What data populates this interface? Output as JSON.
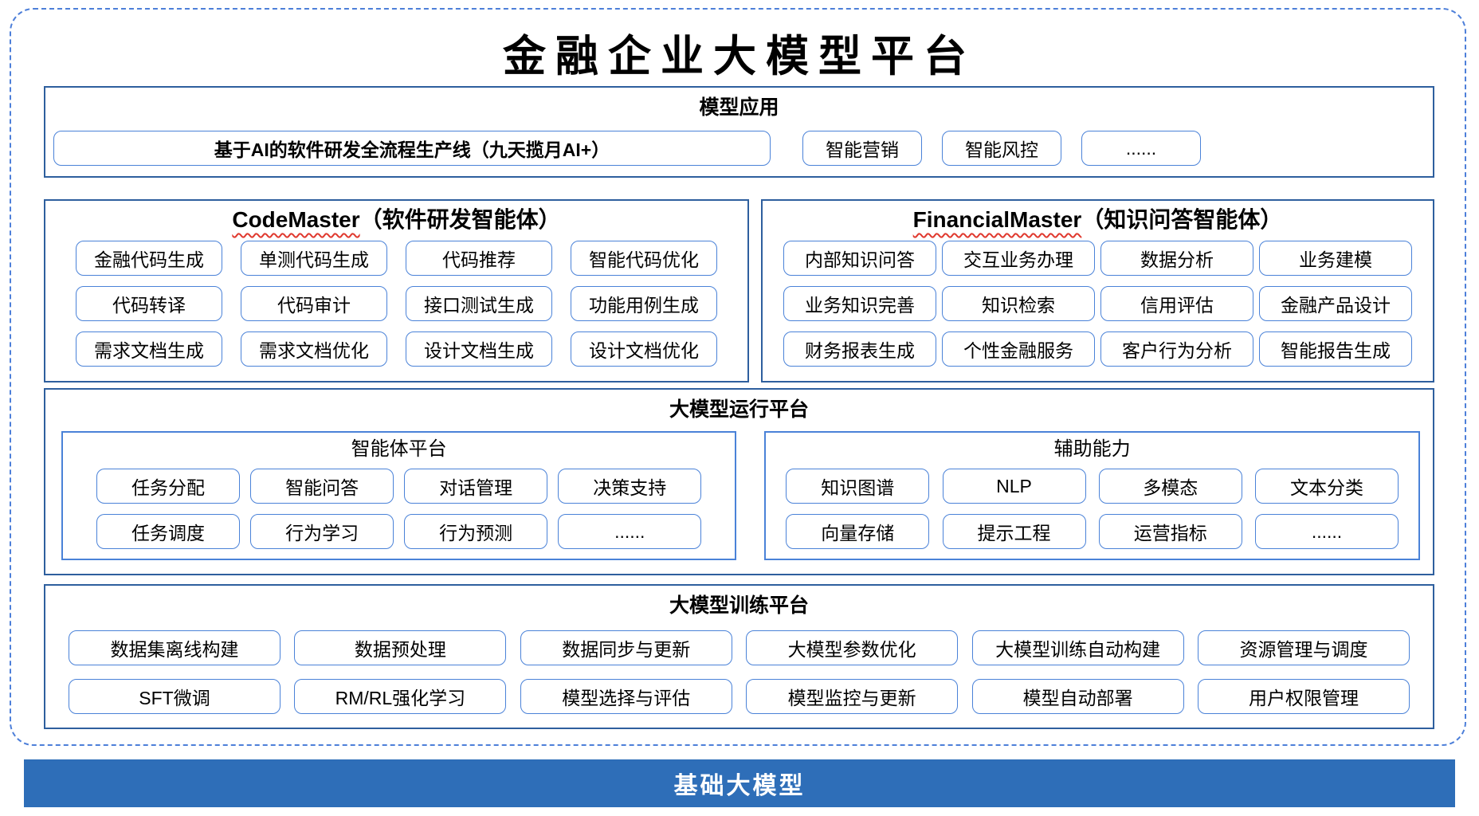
{
  "page_title": "金融企业大模型平台",
  "colors": {
    "section_border": "#2e5f9e",
    "pill_border": "#4a82d8",
    "dashed_border": "#4d7fd9",
    "foundation_bar": "#2e6eb8",
    "wavy_underline": "#e0392e"
  },
  "model_app": {
    "title": "模型应用",
    "main_pill": "基于AI的软件研发全流程生产线（九天揽月AI+）",
    "pills": [
      "智能营销",
      "智能风控",
      "......"
    ]
  },
  "code_master": {
    "title_en": "CodeMaster",
    "title_zh": "（软件研发智能体）",
    "pills": [
      "金融代码生成",
      "单测代码生成",
      "代码推荐",
      "智能代码优化",
      "代码转译",
      "代码审计",
      "接口测试生成",
      "功能用例生成",
      "需求文档生成",
      "需求文档优化",
      "设计文档生成",
      "设计文档优化"
    ]
  },
  "financial_master": {
    "title_en": "FinancialMaster",
    "title_zh": "（知识问答智能体）",
    "pills": [
      "内部知识问答",
      "交互业务办理",
      "数据分析",
      "业务建模",
      "业务知识完善",
      "知识检索",
      "信用评估",
      "金融产品设计",
      "财务报表生成",
      "个性金融服务",
      "客户行为分析",
      "智能报告生成"
    ]
  },
  "runtime": {
    "title": "大模型运行平台",
    "agent_platform": {
      "title": "智能体平台",
      "pills": [
        "任务分配",
        "智能问答",
        "对话管理",
        "决策支持",
        "任务调度",
        "行为学习",
        "行为预测",
        "......"
      ]
    },
    "aux_ability": {
      "title": "辅助能力",
      "pills": [
        "知识图谱",
        "NLP",
        "多模态",
        "文本分类",
        "向量存储",
        "提示工程",
        "运营指标",
        "......"
      ]
    }
  },
  "training": {
    "title": "大模型训练平台",
    "pills": [
      "数据集离线构建",
      "数据预处理",
      "数据同步与更新",
      "大模型参数优化",
      "大模型训练自动构建",
      "资源管理与调度",
      "SFT微调",
      "RM/RL强化学习",
      "模型选择与评估",
      "模型监控与更新",
      "模型自动部署",
      "用户权限管理"
    ]
  },
  "foundation": {
    "title": "基础大模型"
  }
}
